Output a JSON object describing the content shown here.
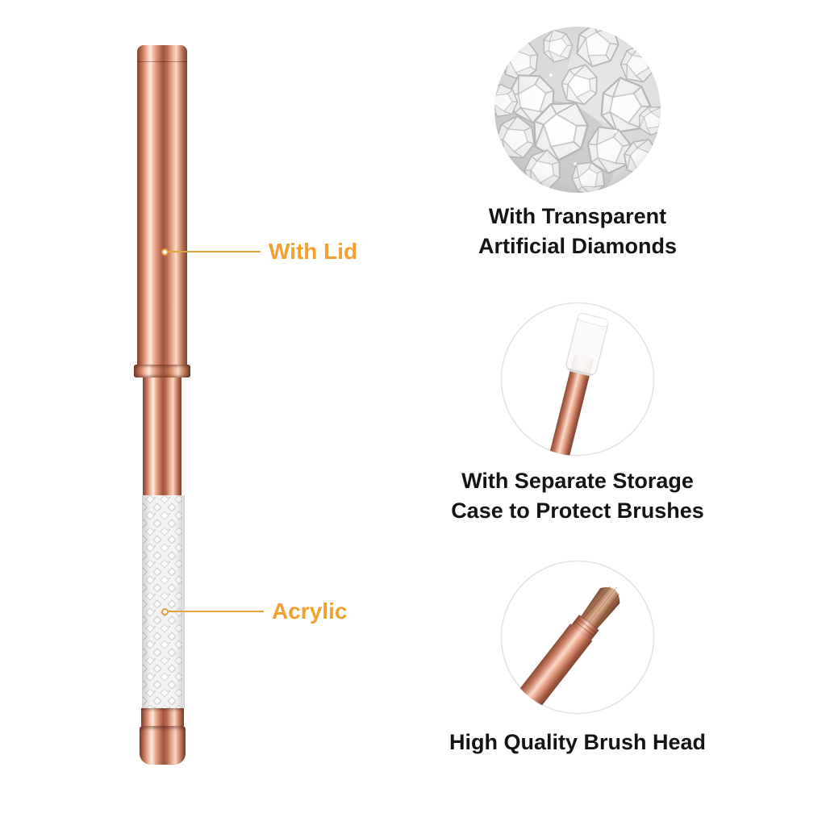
{
  "callouts": [
    {
      "text": "With Lid"
    },
    {
      "text": "Acrylic"
    }
  ],
  "features": [
    {
      "photo": "transparent-artificial-diamonds",
      "caption": [
        "With Transparent",
        "Artificial Diamonds"
      ]
    },
    {
      "photo": "storage-case-brush",
      "caption": [
        "With Separate Storage",
        "Case to Protect Brushes"
      ]
    },
    {
      "photo": "brush-head-closeup",
      "caption": [
        "High Quality Brush Head"
      ]
    }
  ],
  "colors": {
    "accent_orange": "#F2A030",
    "rose_gold": "#C1755A",
    "caption_text": "#141414"
  }
}
